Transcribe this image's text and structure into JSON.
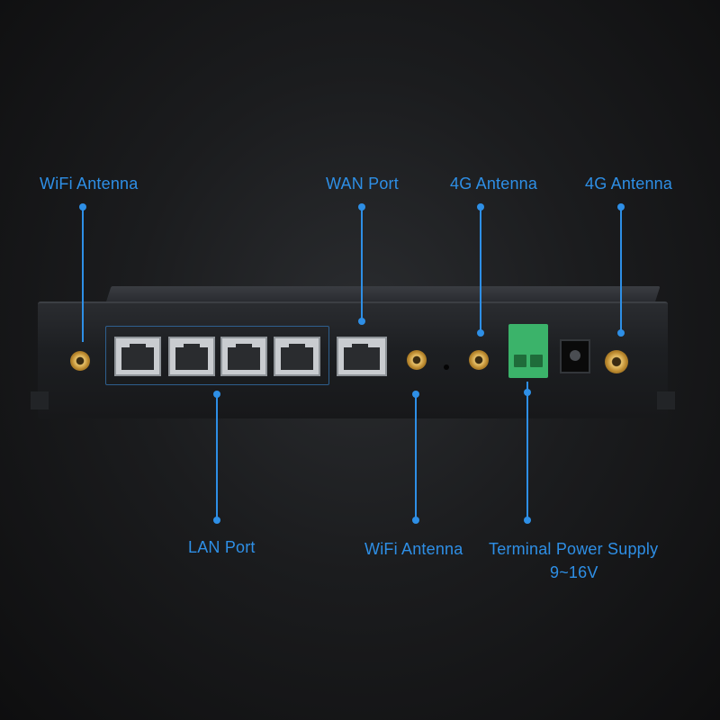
{
  "labels": {
    "wifi_antenna_left": "WiFi Antenna",
    "wan_port": "WAN Port",
    "g4_antenna_1": "4G Antenna",
    "g4_antenna_2": "4G Antenna",
    "lan_port": "LAN Port",
    "wifi_antenna_bottom": "WiFi Antenna",
    "terminal_power_supply": "Terminal Power Supply",
    "voltage_range": "9~16V"
  },
  "colors": {
    "callout_blue": "#2e8fe6",
    "terminal_green": "#3bb36a",
    "background": "#1b1c1e"
  },
  "device": {
    "lan_port_count": 4,
    "wan_port_count": 1,
    "sma_connector_count": 4
  }
}
